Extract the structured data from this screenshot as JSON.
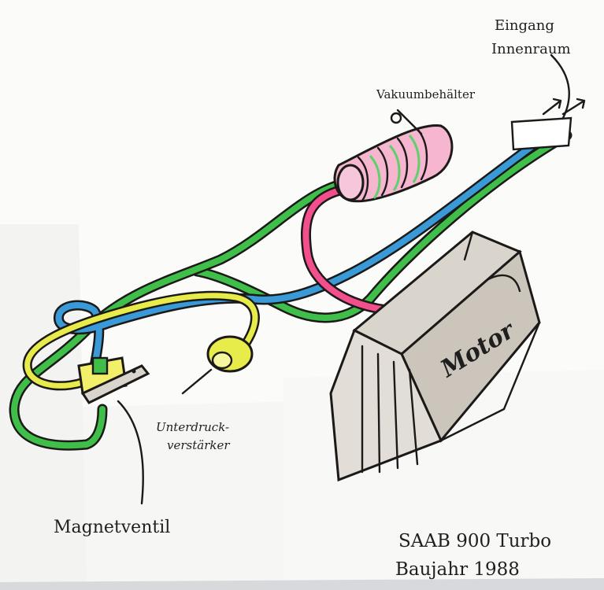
{
  "labels": {
    "inlet": "Eingang",
    "interior": "Innenraum",
    "vacuum_tank": "Vakuumbehälter",
    "motor": "Motor",
    "booster_line1": "Unterdruck-",
    "booster_line2": "verstärker",
    "solenoid_valve": "Magnetventil",
    "car_model": "SAAB 900 Turbo",
    "build_year": "Baujahr 1988"
  },
  "colors": {
    "paper": "#fbfbfa",
    "ink": "#1c1a18",
    "hose_green": "#3fbf4a",
    "hose_blue": "#3a9ad8",
    "hose_pink": "#f24f8c",
    "hose_yellow": "#e8ec4a",
    "hose_red": "#d94a3a",
    "motor_fill": "#d9d4cc"
  }
}
